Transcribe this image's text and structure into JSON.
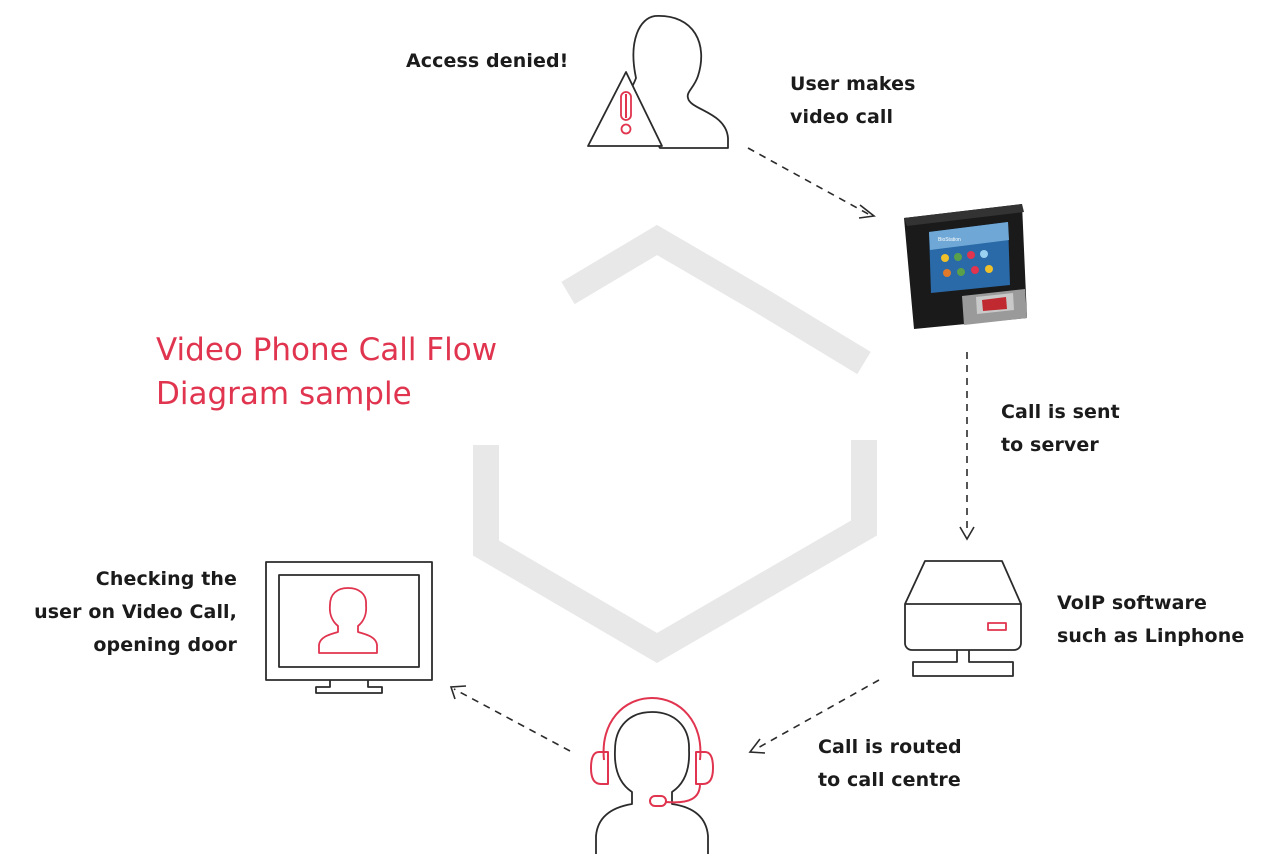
{
  "diagram": {
    "title": "Video Phone Call Flow\nDiagram sample",
    "labels": {
      "access_denied": "Access denied!",
      "user_makes_call": "User makes\nvideo call",
      "call_sent": "Call is sent\nto server",
      "voip": "VoIP software\nsuch as Linphone",
      "call_routed": "Call is routed\nto call centre",
      "checking_user": "Checking the\nuser on Video Call,\nopening door"
    },
    "device_screen_brand": "BioStation",
    "colors": {
      "accent": "#e0344f",
      "outline": "#2b2b2b",
      "hexagon": "#e8e8e8",
      "text": "#1b1b1b"
    },
    "icons": {
      "user": "user-with-warning-icon",
      "terminal": "biometric-terminal-icon",
      "server": "server-icon",
      "operator": "headset-operator-icon",
      "monitor": "monitor-user-icon"
    }
  }
}
